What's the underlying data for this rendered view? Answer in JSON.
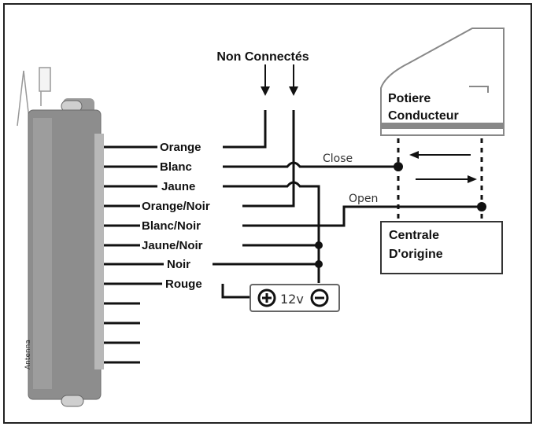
{
  "diagram": {
    "top_label": "Non Connectés",
    "wires": [
      {
        "id": "orange",
        "label": "Orange"
      },
      {
        "id": "blanc",
        "label": "Blanc"
      },
      {
        "id": "jaune",
        "label": "Jaune"
      },
      {
        "id": "orange-noir",
        "label": "Orange/Noir"
      },
      {
        "id": "blanc-noir",
        "label": "Blanc/Noir"
      },
      {
        "id": "jaune-noir",
        "label": "Jaune/Noir"
      },
      {
        "id": "noir",
        "label": "Noir"
      },
      {
        "id": "rouge",
        "label": "Rouge"
      }
    ],
    "door": {
      "line1": "Potiere",
      "line2": "Conducteur"
    },
    "close_label": "Close",
    "open_label": "Open",
    "centrale": {
      "line1": "Centrale",
      "line2": "D'origine"
    },
    "battery": {
      "label": "12v",
      "plus_icon": "plus-circle-icon",
      "minus_icon": "minus-circle-icon"
    },
    "module_side_text": "Antenna",
    "colors": {
      "line": "#111111",
      "module": "#8a8a8a",
      "door_stripe": "#888888",
      "frame": "#222222"
    }
  }
}
